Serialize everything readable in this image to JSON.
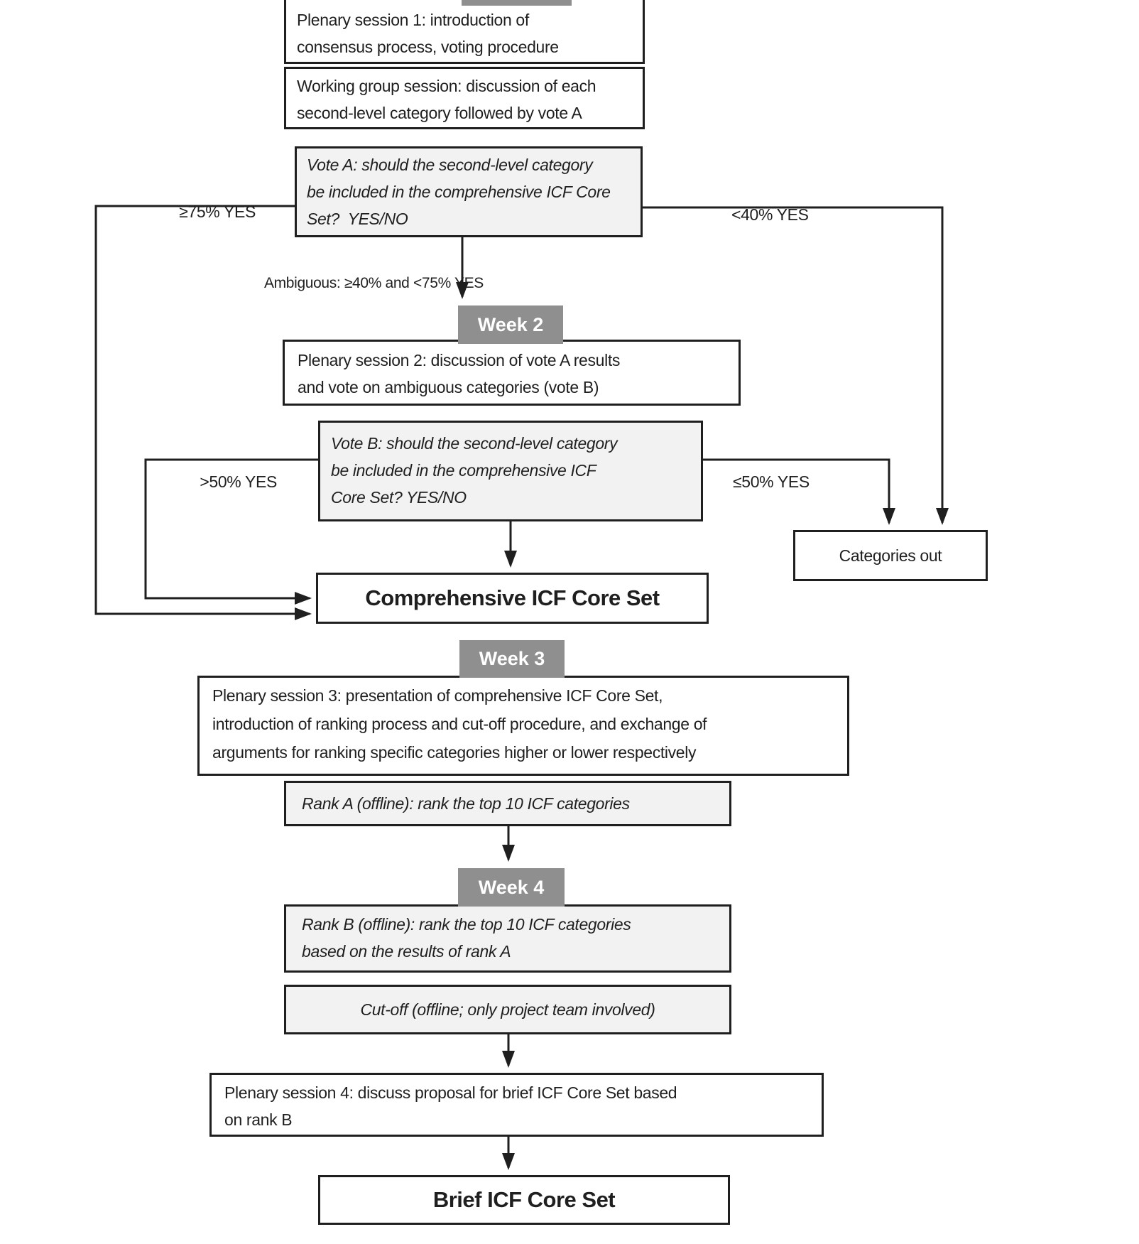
{
  "colors": {
    "line": "#1f1f1f",
    "text": "#1f1f1f",
    "badge_background": "#8f8f8f",
    "badge_text": "#ffffff",
    "shaded_box_background": "#f2f2f2",
    "plain_box_background": "#ffffff"
  },
  "badges": {
    "week2": "Week 2",
    "week3": "Week 3",
    "week4": "Week 4"
  },
  "boxes": {
    "plenary1": "Plenary session 1: introduction of\nconsensus process, voting procedure",
    "working_group": "Working group session: discussion of each\nsecond-level category followed by vote A",
    "vote_a": "Vote A: should the second-level category\nbe included in the comprehensive ICF Core\nSet?  YES/NO",
    "plenary2": "Plenary session 2: discussion of vote A results\nand vote on ambiguous categories (vote B)",
    "vote_b": "Vote B: should the second-level category\nbe included in the comprehensive ICF\nCore Set? YES/NO",
    "categories_out": "Categories out",
    "comprehensive": "Comprehensive ICF Core Set",
    "plenary3": "Plenary session 3: presentation of comprehensive ICF Core Set,\nintroduction of ranking process and cut-off procedure, and exchange of\narguments for ranking specific categories higher or lower respectively",
    "rank_a": "Rank A (offline): rank the top 10 ICF categories",
    "rank_b": "Rank B (offline): rank the top 10 ICF categories\nbased on the results of rank A",
    "cut_off": "Cut-off (offline; only project team involved)",
    "plenary4": "Plenary session 4: discuss proposal for brief ICF Core Set based\non rank B",
    "brief": "Brief ICF Core Set"
  },
  "edge_labels": {
    "vote_a_yes": "≥75% YES",
    "vote_a_no": "<40% YES",
    "vote_a_ambiguous": "Ambiguous: ≥40% and <75% YES",
    "vote_b_yes": ">50% YES",
    "vote_b_no": "≤50% YES"
  }
}
